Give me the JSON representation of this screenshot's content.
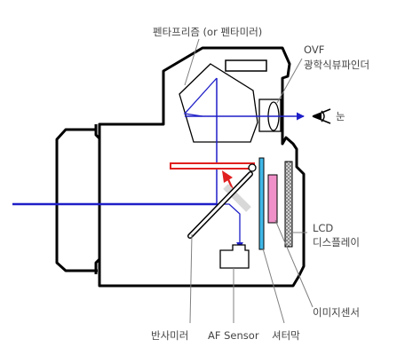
{
  "labels": {
    "pentaprism": "펜타프리즘 (or 펜타미러)",
    "ovf_abbr": "OVF",
    "ovf_full": "광학식뷰파인더",
    "eye": "눈",
    "lcd_abbr": "LCD",
    "lcd_full": "디스플레이",
    "image_sensor": "이미지센서",
    "reflex_mirror": "반사미러",
    "af_sensor": "AF Sensor",
    "shutter": "셔터막"
  },
  "colors": {
    "outline": "#000000",
    "light_path": "#1e1ec8",
    "mirror_move": "#e02020",
    "sensor_fill": "#f090c8",
    "shutter_fill": "#40b8e8",
    "mirror_fill": "#d8d8d8",
    "callout_line": "#808080"
  }
}
